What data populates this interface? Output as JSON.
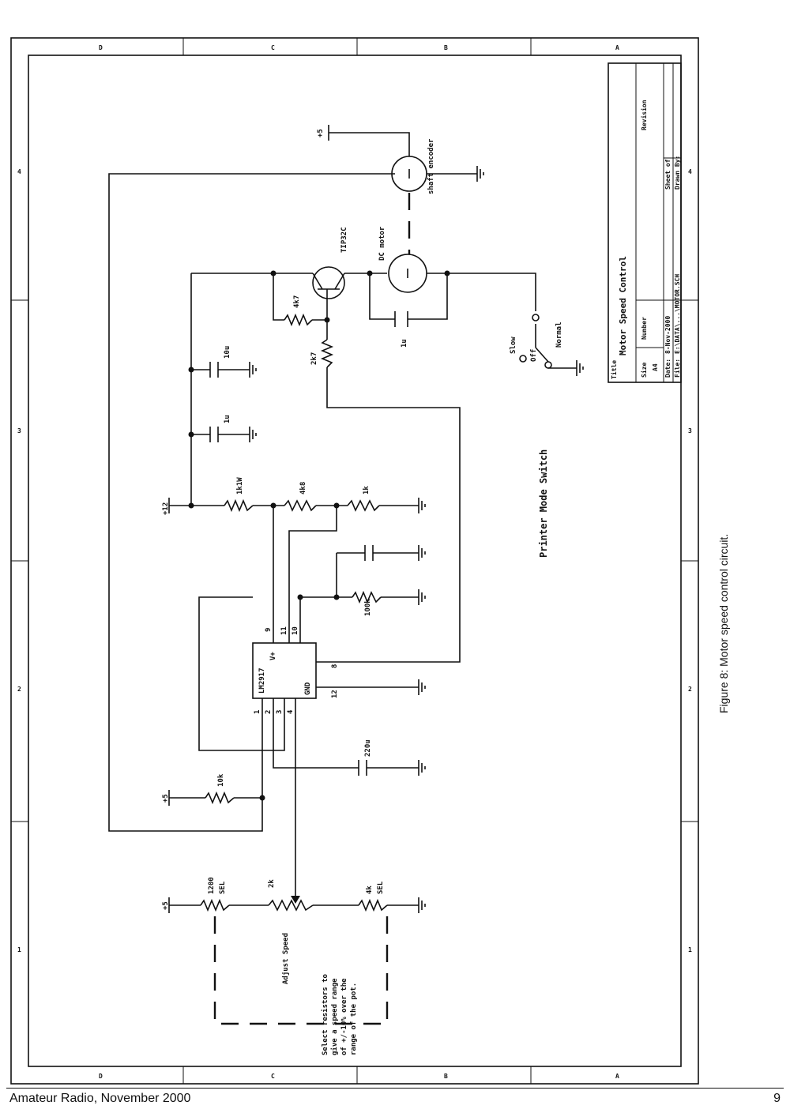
{
  "figure": {
    "caption": "Figure 8: Motor speed control circuit."
  },
  "footer": {
    "publication": "Amateur Radio, November 2000",
    "page_number": "9"
  },
  "title_block": {
    "title_label": "Title",
    "title": "Motor Speed Control",
    "size_label": "Size",
    "size": "A4",
    "number_label": "Number",
    "revision_label": "Revision",
    "date_label": "Date:",
    "date": "8-Nov-2000",
    "file_label": "File:",
    "file": "E:\\DATA\\...\\MOTOR.SCH",
    "sheet_label": "Sheet of",
    "drawn_label": "Drawn By:"
  },
  "zones": {
    "letters": [
      "D",
      "C",
      "B",
      "A"
    ],
    "numbers": [
      "4",
      "3",
      "2",
      "1"
    ]
  },
  "components": {
    "ic": "LM2917",
    "ic_vplus": "V+",
    "ic_gnd": "GND",
    "pin_9": "9",
    "pin_11": "11",
    "pin_10": "10",
    "pin_8": "8",
    "pin_12": "12",
    "pin_1": "1",
    "pin_2": "2",
    "pin_3": "3",
    "pin_4": "4",
    "transistor": "TIP32C",
    "r_4k7": "4k7",
    "r_2k7": "2k7",
    "r_111w": "1k1W",
    "r_4k8": "4k8",
    "r_1k": "1k",
    "r_100k": "100k",
    "r_10k": "10k",
    "r_1200": "1200",
    "r_sel1": "SEL",
    "pot": "2k",
    "r_4k": "4k",
    "r_sel2": "SEL",
    "c_10u": "10u",
    "c_1u_a": "1u",
    "c_1u_b": "1u",
    "c_220u": "220u",
    "dc_motor": "DC motor",
    "shaft_encoder": "shaft encoder",
    "plus5_top": "+5",
    "plus12": "+12",
    "plus5_mid": "+5",
    "plus5_bottom": "+5",
    "sw_slow": "Slow",
    "sw_off": "Off",
    "sw_normal": "Normal",
    "printer_mode": "Printer Mode Switch",
    "adjust_speed": "Adjust Speed",
    "adjust_note_1": "Select resistors to",
    "adjust_note_2": "give a speed range",
    "adjust_note_3": "of +/-10% over the",
    "adjust_note_4": "range of the pot."
  }
}
